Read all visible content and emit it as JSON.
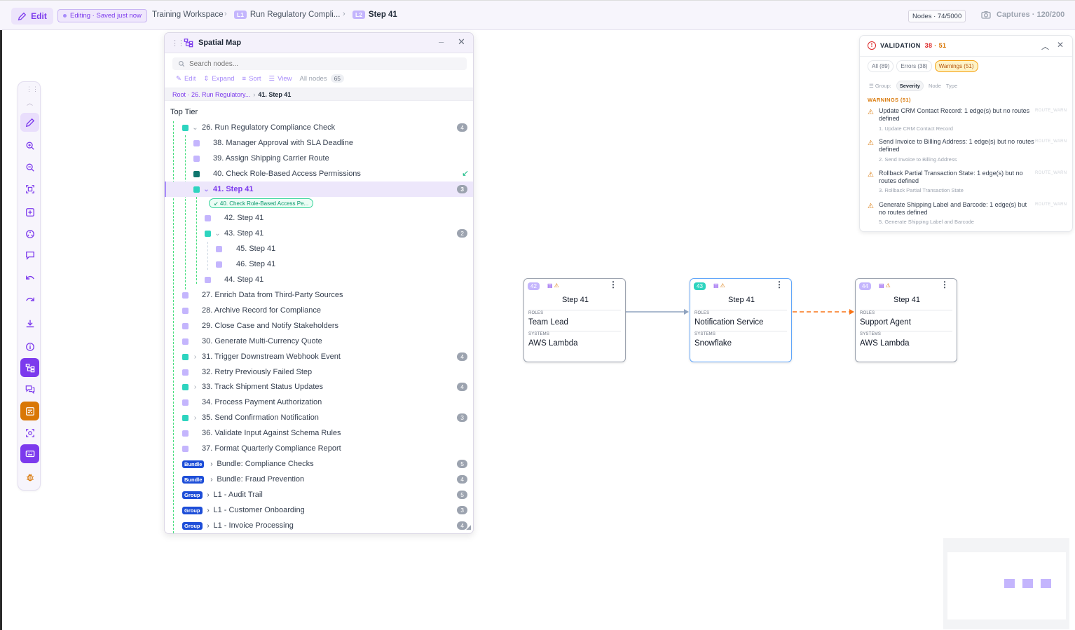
{
  "topbar": {
    "edit_label": "Edit",
    "status": "Editing · Saved just now",
    "breadcrumb": {
      "workspace": "Training Workspace",
      "l1_badge": "L1",
      "l1_label": "Run Regulatory Compli...",
      "l2_badge": "L2",
      "l2_label": "Step 41"
    },
    "nodes_count": "Nodes · 74/5000",
    "captures": "Captures · 120/200"
  },
  "toolbar": {
    "tools": [
      "pencil-icon",
      "zoom-in-icon",
      "zoom-out-icon",
      "fit-view-icon",
      "add-node-icon",
      "layout-icon",
      "comment-icon",
      "undo-icon",
      "redo-icon",
      "download-icon",
      "info-icon",
      "spatial-map-icon",
      "chat-icon",
      "checklist-icon",
      "scan-icon",
      "keyboard-icon",
      "bug-icon"
    ]
  },
  "spatial_map": {
    "title": "Spatial Map",
    "search_placeholder": "Search nodes...",
    "controls": {
      "edit": "Edit",
      "expand": "Expand",
      "sort": "Sort",
      "view": "View",
      "all_nodes": "All nodes",
      "count": "65"
    },
    "path": {
      "root": "Root · 26. Run Regulatory...",
      "sep": "›",
      "current": "41. Step 41"
    },
    "tier_label": "Top Tier",
    "rows": [
      {
        "label": "26. Run Regulatory Compliance Check",
        "badge": "4"
      },
      {
        "label": "38. Manager Approval with SLA Deadline"
      },
      {
        "label": "39. Assign Shipping Carrier Route"
      },
      {
        "label": "40. Check Role-Based Access Permissions"
      },
      {
        "label": "41. Step 41",
        "badge": "3"
      },
      {
        "label": "42. Step 41"
      },
      {
        "label": "43. Step 41",
        "badge": "2"
      },
      {
        "label": "45. Step 41"
      },
      {
        "label": "46. Step 41"
      },
      {
        "label": "44. Step 41"
      },
      {
        "label": "27. Enrich Data from Third-Party Sources"
      },
      {
        "label": "28. Archive Record for Compliance"
      },
      {
        "label": "29. Close Case and Notify Stakeholders"
      },
      {
        "label": "30. Generate Multi-Currency Quote"
      },
      {
        "label": "31. Trigger Downstream Webhook Event",
        "badge": "4"
      },
      {
        "label": "32. Retry Previously Failed Step"
      },
      {
        "label": "33. Track Shipment Status Updates",
        "badge": "4"
      },
      {
        "label": "34. Process Payment Authorization"
      },
      {
        "label": "35. Send Confirmation Notification",
        "badge": "3"
      },
      {
        "label": "36. Validate Input Against Schema Rules"
      },
      {
        "label": "37. Format Quarterly Compliance Report"
      },
      {
        "tag": "Bundle",
        "label": "Bundle: Compliance Checks",
        "badge": "5"
      },
      {
        "tag": "Bundle",
        "label": "Bundle: Fraud Prevention",
        "badge": "4"
      },
      {
        "tag": "Group",
        "label": "L1 - Audit Trail",
        "badge": "5"
      },
      {
        "tag": "Group",
        "label": "L1 - Customer Onboarding",
        "badge": "3"
      },
      {
        "tag": "Group",
        "label": "L1 - Invoice Processing",
        "badge": "4"
      }
    ],
    "ref_chip": "↙ 40. Check Role-Based Access Pe..."
  },
  "canvas": {
    "nodes": [
      {
        "id": "42",
        "title": "Step 41",
        "roles_label": "ROLES",
        "role": "Team Lead",
        "systems_label": "SYSTEMS",
        "system": "AWS Lambda"
      },
      {
        "id": "43",
        "title": "Step 41",
        "roles_label": "ROLES",
        "role": "Notification Service",
        "systems_label": "SYSTEMS",
        "system": "Snowflake"
      },
      {
        "id": "44",
        "title": "Step 41",
        "roles_label": "ROLES",
        "role": "Support Agent",
        "systems_label": "SYSTEMS",
        "system": "AWS Lambda"
      }
    ]
  },
  "validation": {
    "title": "VALIDATION",
    "errors": "38",
    "sep": "·",
    "warnings": "51",
    "tabs": [
      "All (89)",
      "Errors (38)",
      "Warnings (51)"
    ],
    "group_label": "Group:",
    "group_options": [
      "Severity",
      "Node",
      "Type"
    ],
    "section": "WARNINGS (51)",
    "items": [
      {
        "msg": "Update CRM Contact Record: 1 edge(s) but no routes defined",
        "sub": "1. Update CRM Contact Record",
        "tag": "ROUTE_WARN"
      },
      {
        "msg": "Send Invoice to Billing Address: 1 edge(s) but no routes defined",
        "sub": "2. Send Invoice to Billing Address",
        "tag": "ROUTE_WARN"
      },
      {
        "msg": "Rollback Partial Transaction State: 1 edge(s) but no routes defined",
        "sub": "3. Rollback Partial Transaction State",
        "tag": "ROUTE_WARN"
      },
      {
        "msg": "Generate Shipping Label and Barcode: 1 edge(s) but no routes defined",
        "sub": "5. Generate Shipping Label and Barcode",
        "tag": "ROUTE_WARN"
      }
    ]
  },
  "colors": {
    "accent": "#7c3aed",
    "teal": "#2dd4bf",
    "warning": "#d97706",
    "error": "#dc2626"
  }
}
